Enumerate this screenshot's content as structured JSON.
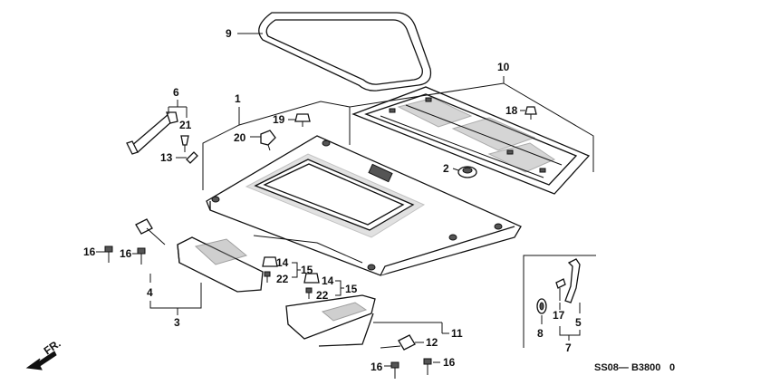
{
  "diagram": {
    "code": "SS08— B3800",
    "code_suffix": "0",
    "direction_label": "FR.",
    "callouts": {
      "c1": "1",
      "c2": "2",
      "c3": "3",
      "c4": "4",
      "c5": "5",
      "c6": "6",
      "c7": "7",
      "c8": "8",
      "c9": "9",
      "c10": "10",
      "c11": "11",
      "c12": "12",
      "c13": "13",
      "c14a": "14",
      "c14b": "14",
      "c15a": "15",
      "c15b": "15",
      "c16a": "16",
      "c16b": "16",
      "c16c": "16",
      "c16d": "16",
      "c17": "17",
      "c18": "18",
      "c19": "19",
      "c20": "20",
      "c21": "21",
      "c22a": "22",
      "c22b": "22"
    }
  }
}
